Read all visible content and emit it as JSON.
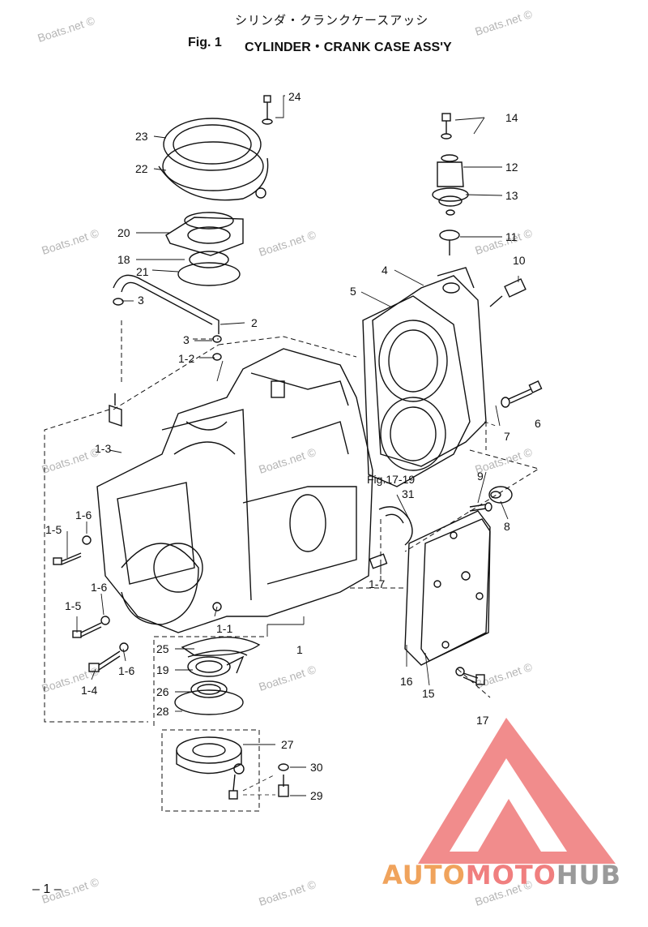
{
  "header": {
    "japanese_title": "シリンダ・クランクケースアッシ",
    "fig_label": "Fig. 1",
    "english_title": "CYLINDER・CRANK CASE ASS'Y"
  },
  "watermark": "Boats.net ©",
  "callouts": {
    "c24": "24",
    "c23": "23",
    "c22": "22",
    "c20": "20",
    "c18": "18",
    "c21": "21",
    "c3a": "3",
    "c2": "2",
    "c3b": "3",
    "c12a": "1-2",
    "c13": "1-3",
    "c16a": "1-6",
    "c15a": "1-5",
    "c16b": "1-6",
    "c15b": "1-5",
    "c16c": "1-6",
    "c14": "1-4",
    "c11": "1-1",
    "c1": "1",
    "c25": "25",
    "c19": "19",
    "c26": "26",
    "c28": "28",
    "c27": "27",
    "c30": "30",
    "c29": "29",
    "c14r": "14",
    "c12": "12",
    "c13r": "13",
    "c11r": "11",
    "c10": "10",
    "c4": "4",
    "c5": "5",
    "c6": "6",
    "c7": "7",
    "cfig": "Fig.17-19",
    "c31": "31",
    "c9": "9",
    "c8": "8",
    "c17": "1-7",
    "c16": "16",
    "c15": "15",
    "c17r": "17"
  },
  "page_number": "– 1 –",
  "brand": {
    "part1": "AUTO",
    "part2": "MOTO",
    "part3": "HUB"
  },
  "colors": {
    "logo_red": "#f07f7f",
    "logo_orange": "#f0a35c",
    "logo_grey": "#9a9a9a",
    "line": "#111111"
  }
}
